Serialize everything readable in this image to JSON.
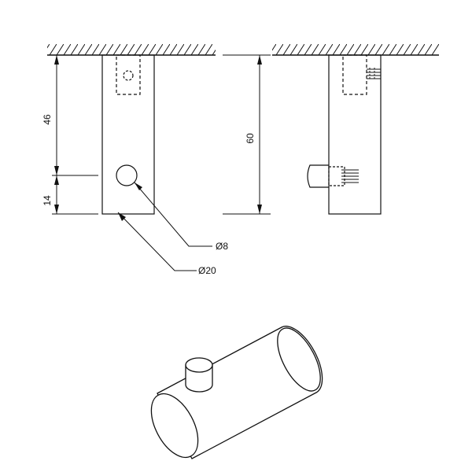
{
  "dimensions": {
    "upper_height": "46",
    "lower_height": "14",
    "total_height": "60",
    "pin_diameter": "Ø8",
    "body_diameter": "Ø20"
  },
  "colors": {
    "line": "#111111",
    "background": "#ffffff"
  }
}
